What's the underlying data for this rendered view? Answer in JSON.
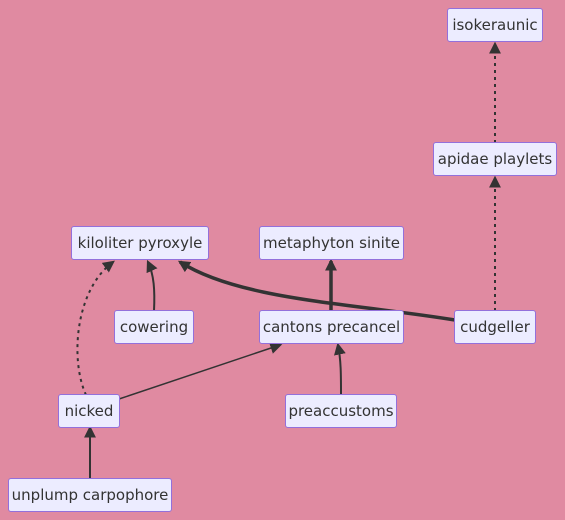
{
  "diagram": {
    "nodes": {
      "isokeraunic": "isokeraunic",
      "apidae_playlets": "apidae playlets",
      "kiloliter_pyroxyle": "kiloliter pyroxyle",
      "metaphyton_sinite": "metaphyton sinite",
      "cowering": "cowering",
      "cantons_precancel": "cantons precancel",
      "cudgeller": "cudgeller",
      "nicked": "nicked",
      "preaccustoms": "preaccustoms",
      "unplump_carpophore": "unplump carpophore"
    },
    "edges": [
      {
        "from": "apidae_playlets",
        "to": "isokeraunic",
        "style": "dotted"
      },
      {
        "from": "cudgeller",
        "to": "apidae_playlets",
        "style": "dotted"
      },
      {
        "from": "cowering",
        "to": "kiloliter_pyroxyle",
        "style": "normal"
      },
      {
        "from": "cudgeller",
        "to": "kiloliter_pyroxyle",
        "style": "thick"
      },
      {
        "from": "nicked",
        "to": "kiloliter_pyroxyle",
        "style": "dotted"
      },
      {
        "from": "cantons_precancel",
        "to": "metaphyton_sinite",
        "style": "thick"
      },
      {
        "from": "nicked",
        "to": "cantons_precancel",
        "style": "thin"
      },
      {
        "from": "preaccustoms",
        "to": "cantons_precancel",
        "style": "normal"
      },
      {
        "from": "unplump_carpophore",
        "to": "nicked",
        "style": "normal"
      }
    ],
    "colors": {
      "background": "#e08aa1",
      "node_fill": "#ececff",
      "node_border": "#9370db",
      "edge": "#333333"
    }
  }
}
